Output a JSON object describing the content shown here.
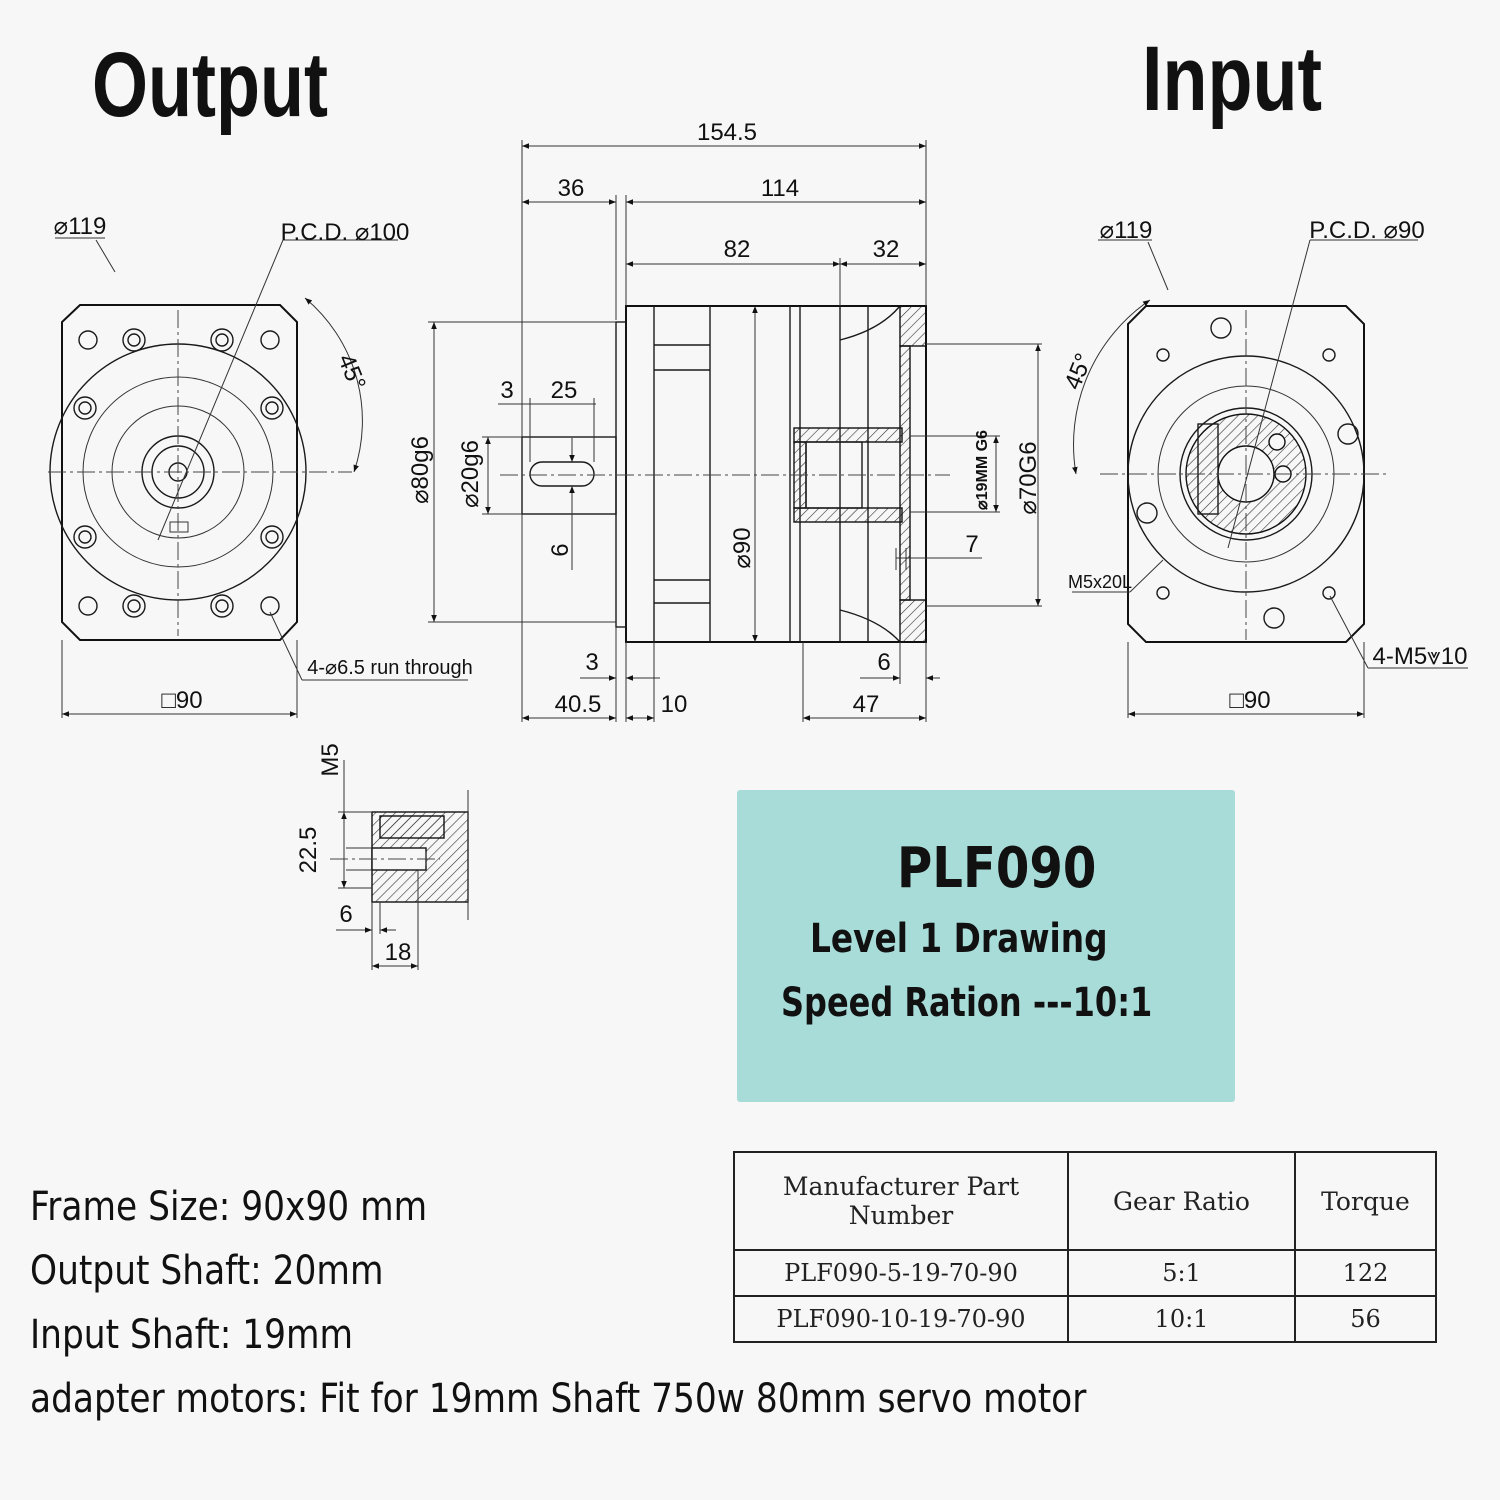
{
  "headings": {
    "output": "Output",
    "input": "Input"
  },
  "dims": {
    "overall_length": "154.5",
    "d36": "36",
    "d114": "114",
    "d82": "82",
    "d32": "32",
    "dia119_left": "⌀119",
    "pcd100": "P.C.D. ⌀100",
    "angle_left": "45°",
    "holes_output": "4-⌀6.5 run through",
    "square_left": "□90",
    "d3_top": "3",
    "d25": "25",
    "dia80": "⌀80g6",
    "dia20": "⌀20g6",
    "d6_key": "6",
    "dia90": "⌀90",
    "dia19": "⌀19MM G6",
    "dia70": "⌀70G6",
    "d7": "7",
    "d3_bottom": "3",
    "d40_5": "40.5",
    "d10": "10",
    "d6_right": "6",
    "d47": "47",
    "dia119_right": "⌀119",
    "pcd90": "P.C.D. ⌀90",
    "angle_right": "45°",
    "m5x20l": "M5x20L",
    "holes_input": "4-M5⩔10",
    "square_right": "□90",
    "m5": "M5",
    "d22_5": "22.5",
    "d6_detail": "6",
    "d18": "18"
  },
  "title_box": {
    "model": "PLF090",
    "subtitle": "Level 1 Drawing",
    "speed": "Speed Ration ---10:1",
    "color": "#a8dcd8"
  },
  "specs": {
    "frame": "Frame Size: 90x90 mm",
    "output_shaft": "Output Shaft: 20mm",
    "input_shaft": "Input Shaft: 19mm",
    "adapter": "adapter motors: Fit for 19mm Shaft 750w 80mm servo motor"
  },
  "table": {
    "headers": [
      "Manufacturer Part Number",
      "Gear Ratio",
      "Torque"
    ],
    "rows": [
      [
        "PLF090-5-19-70-90",
        "5:1",
        "122"
      ],
      [
        "PLF090-10-19-70-90",
        "10:1",
        "56"
      ]
    ]
  },
  "accent_color": "#c0392b"
}
